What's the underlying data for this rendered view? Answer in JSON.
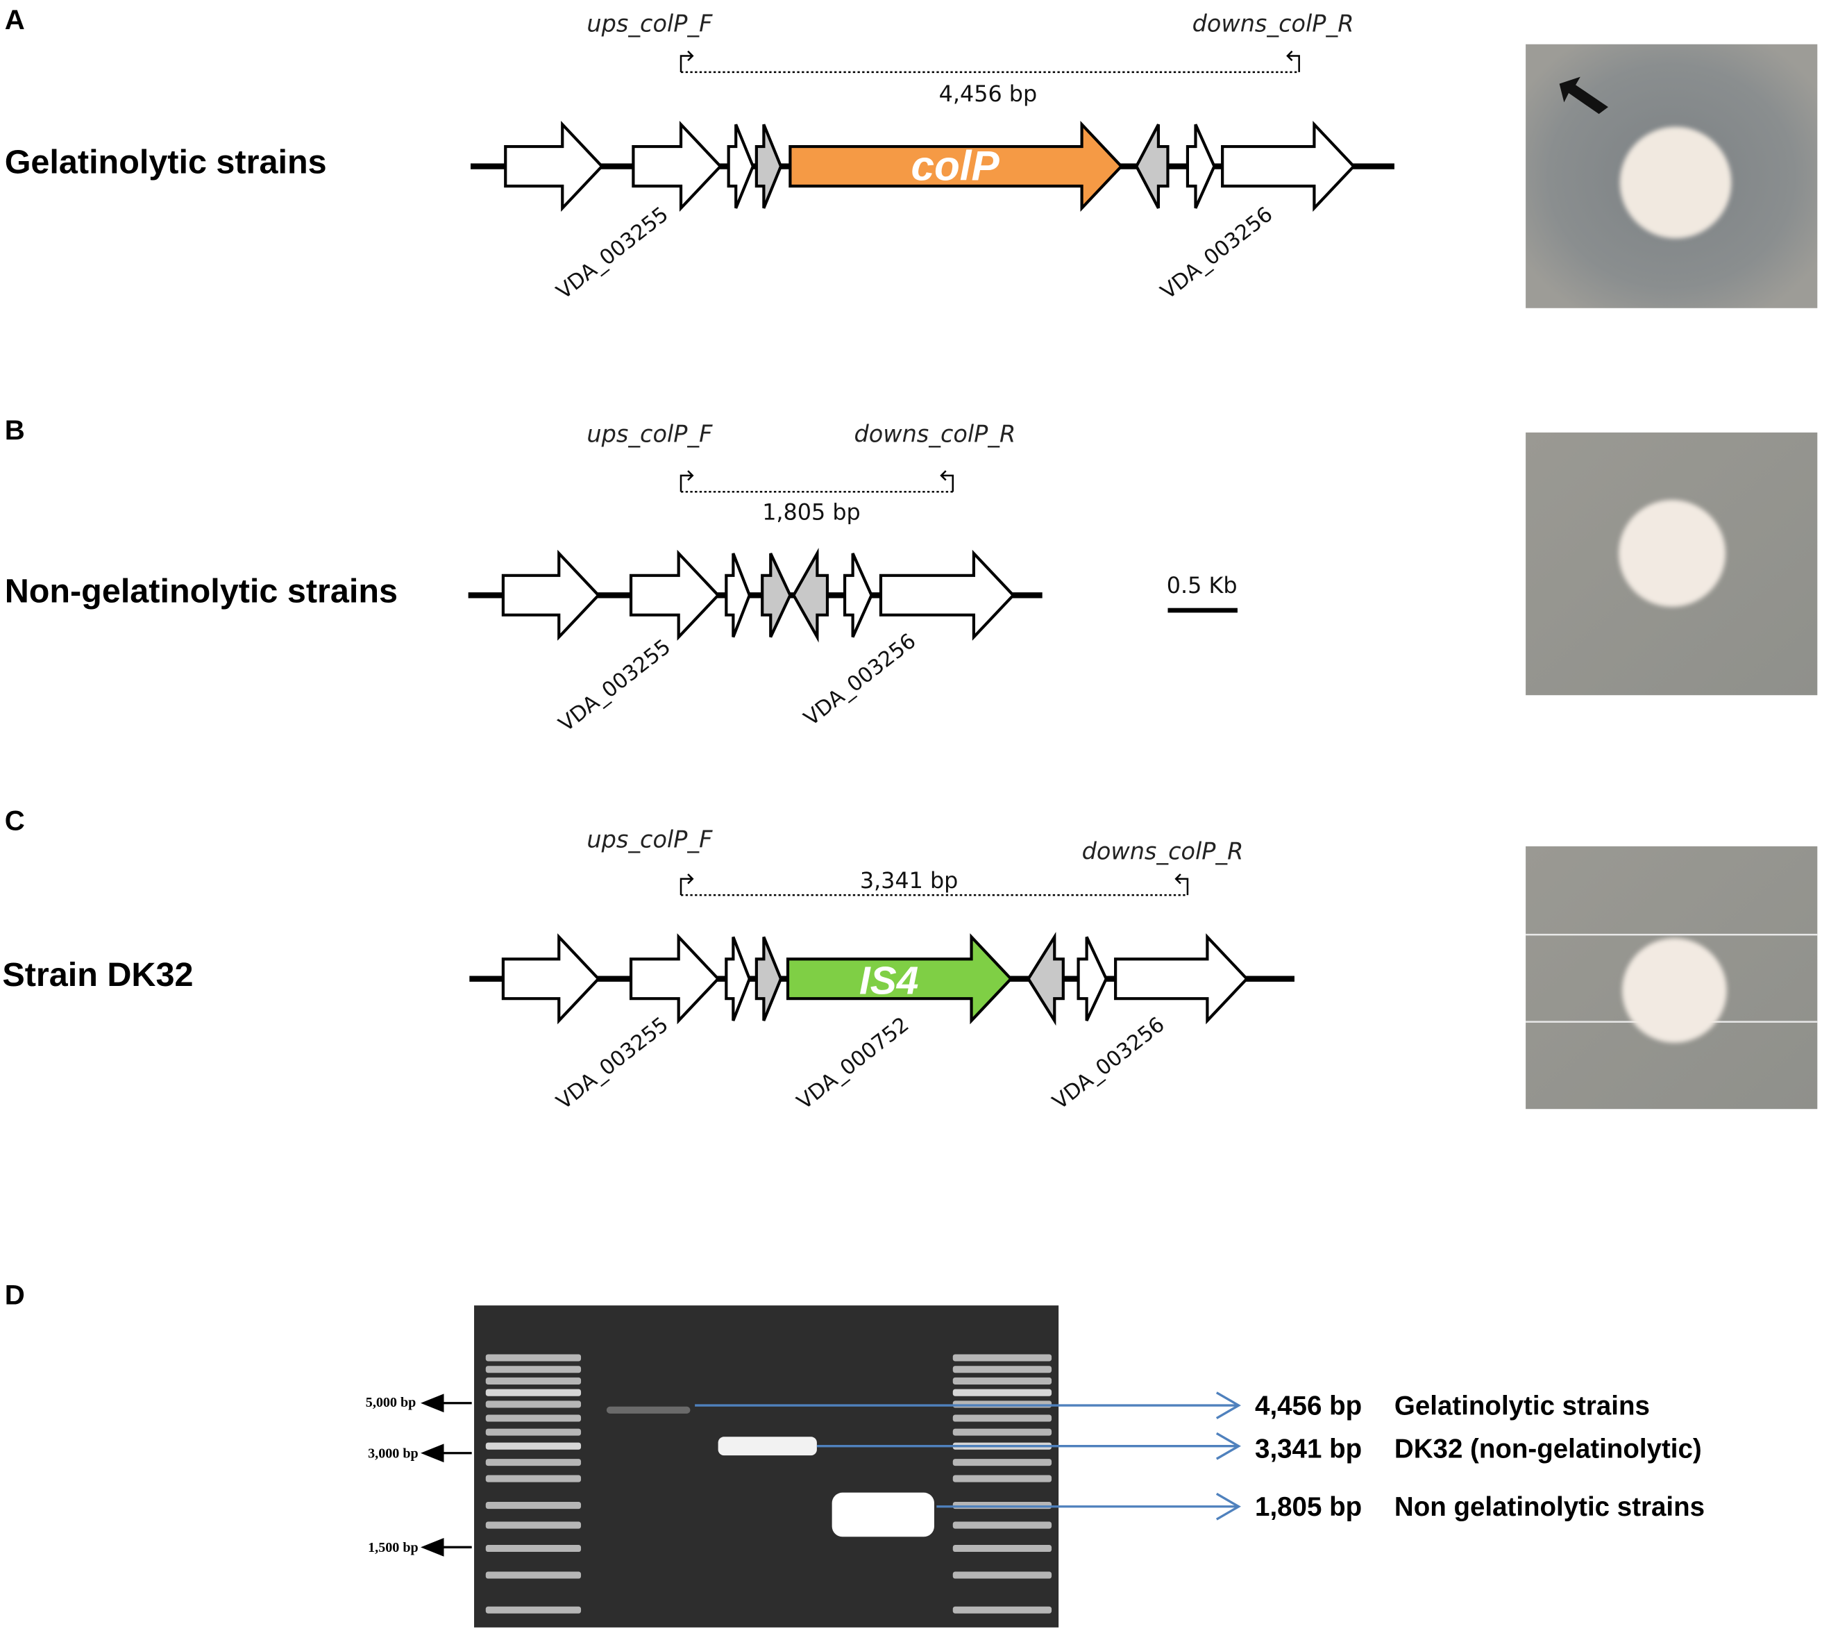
{
  "panels": {
    "A": {
      "letter": "A",
      "title": "Gelatinolytic strains",
      "primer_f": "ups_colP_F",
      "primer_r": "downs_colP_R",
      "amplicon": "4,456 bp",
      "insert_label": "colP",
      "gene_labels": [
        "VDA_003255",
        "VDA_003256"
      ]
    },
    "B": {
      "letter": "B",
      "title": "Non-gelatinolytic strains",
      "primer_f": "ups_colP_F",
      "primer_r": "downs_colP_R",
      "amplicon": "1,805 bp",
      "scale_bar": "0.5 Kb",
      "gene_labels": [
        "VDA_003255",
        "VDA_003256"
      ]
    },
    "C": {
      "letter": "C",
      "title": "Strain DK32",
      "primer_f": "ups_colP_F",
      "primer_r": "downs_colP_R",
      "amplicon": "3,341 bp",
      "insert_label": "IS4",
      "gene_labels": [
        "VDA_003255",
        "VDA_000752",
        "VDA_003256"
      ]
    },
    "D": {
      "letter": "D",
      "markers": [
        "5,000 bp",
        "3,000 bp",
        "1,500 bp"
      ],
      "bands": [
        {
          "size": "4,456 bp",
          "desc": "Gelatinolytic strains"
        },
        {
          "size": "3,341 bp",
          "desc": "DK32 (non-gelatinolytic)"
        },
        {
          "size": "1,805 bp",
          "desc": "Non gelatinolytic strains"
        }
      ]
    }
  },
  "colors": {
    "colP": "#f59a45",
    "IS4": "#7fcf45",
    "flank": "#c8c8c8",
    "line": "#4f81bd"
  }
}
